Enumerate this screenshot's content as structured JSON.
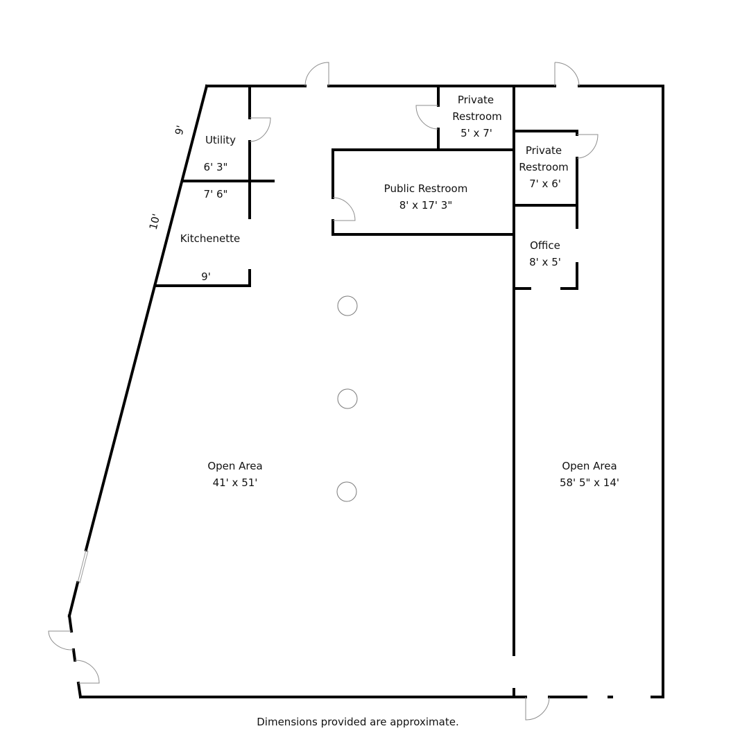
{
  "rooms": {
    "utility": {
      "name": "Utility",
      "dims": "6' 3\""
    },
    "kitchenette": {
      "name": "Kitchenette",
      "dims_top": "7' 6\"",
      "dims_bottom": "9'"
    },
    "private_restroom_1": {
      "line1": "Private",
      "line2": "Restroom",
      "dims": "5' x 7'"
    },
    "private_restroom_2": {
      "line1": "Private",
      "line2": "Restroom",
      "dims": "7' x 6'"
    },
    "public_restroom": {
      "name": "Public Restroom",
      "dims": "8' x 17' 3\""
    },
    "office": {
      "name": "Office",
      "dims": "8' x 5'"
    },
    "open_area_main": {
      "name": "Open Area",
      "dims": "41' x 51'"
    },
    "open_area_side": {
      "name": "Open Area",
      "dims": "58' 5\" x 14'"
    }
  },
  "wall_labels": {
    "upper": "9'",
    "lower": "10'"
  },
  "footer_note": "Dimensions provided are approximate."
}
